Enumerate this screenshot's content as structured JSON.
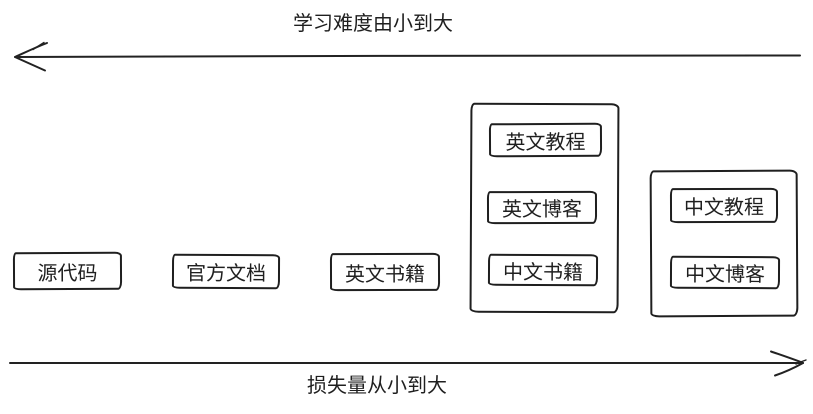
{
  "axes": {
    "top": {
      "label": "学习难度由小到大",
      "direction": "left"
    },
    "bottom": {
      "label": "损失量从小到大",
      "direction": "right"
    }
  },
  "boxes": [
    {
      "label": "源代码"
    },
    {
      "label": "官方文档"
    },
    {
      "label": "英文书籍"
    }
  ],
  "groups": [
    {
      "items": [
        {
          "label": "英文教程"
        },
        {
          "label": "英文博客"
        },
        {
          "label": "中文书籍"
        }
      ]
    },
    {
      "items": [
        {
          "label": "中文教程"
        },
        {
          "label": "中文博客"
        }
      ]
    }
  ],
  "colors": {
    "stroke": "#1f1f1f",
    "background": "#ffffff"
  }
}
